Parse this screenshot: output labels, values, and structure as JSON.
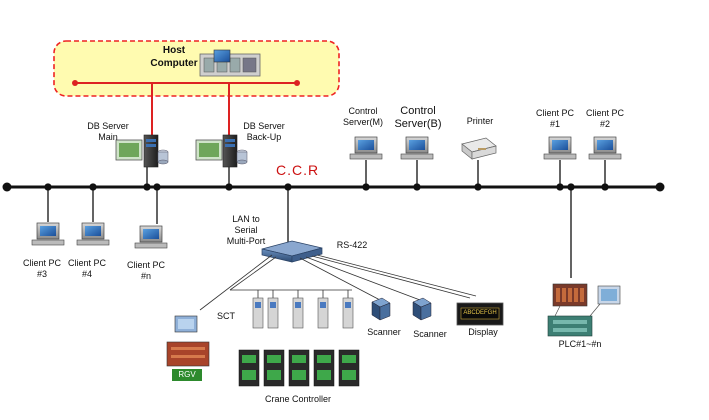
{
  "host": {
    "label": "Host\nComputer",
    "box_color": "#fffbb0",
    "border_color": "#ee2222"
  },
  "backbone": {
    "label": "C.C.R",
    "color": "#111111",
    "label_color": "#cc1111"
  },
  "nodes": {
    "db_main": "DB Server\nMain",
    "db_backup": "DB Server\nBack-Up",
    "control_m": "Control\nServer(M)",
    "control_b": "Control\nServer(B)",
    "printer": "Printer",
    "client_1": "Client PC\n#1",
    "client_2": "Client PC\n#2",
    "client_3": "Client PC\n#3",
    "client_4": "Client PC\n#4",
    "client_n": "Client PC\n#n"
  },
  "serial": {
    "label": "LAN to\nSerial\nMulti-Port",
    "protocol": "RS-422"
  },
  "devices": {
    "sct": "SCT",
    "scanner_1": "Scanner",
    "scanner_2": "Scanner",
    "display": "Display",
    "display_text": "ABCDEFGH",
    "rgv": "RGV",
    "crane": "Crane Controller",
    "plc": "PLC#1~#n"
  }
}
